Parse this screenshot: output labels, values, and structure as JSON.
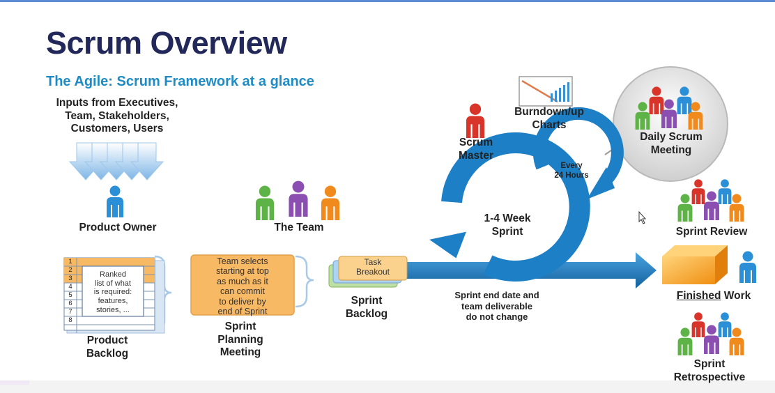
{
  "slide": {
    "title": "Scrum Overview",
    "subtitle": "The Agile: Scrum Framework at a glance"
  },
  "inputs": {
    "lines": [
      "Inputs from Executives,",
      "Team, Stakeholders,",
      "Customers, Users"
    ]
  },
  "roles": {
    "product_owner": "Product Owner",
    "the_team": "The Team",
    "scrum_master": [
      "Scrum",
      "Master"
    ]
  },
  "product_backlog": {
    "numbers": [
      "1",
      "2",
      "3",
      "4",
      "5",
      "6",
      "7",
      "8"
    ],
    "ranked_text": [
      "Ranked",
      "list of what",
      "is required:",
      "features,",
      "stories, ..."
    ],
    "label": [
      "Product",
      "Backlog"
    ]
  },
  "sprint_planning": {
    "box_text": [
      "Team selects",
      "starting at top",
      "as much as it",
      "can commit",
      "to deliver by",
      "end of Sprint"
    ],
    "label": [
      "Sprint",
      "Planning",
      "Meeting"
    ]
  },
  "sprint_backlog": {
    "card": [
      "Task",
      "Breakout"
    ],
    "label": [
      "Sprint",
      "Backlog"
    ]
  },
  "sprint_cycle": {
    "sprint": [
      "1-4 Week",
      "Sprint"
    ],
    "daily": [
      "Every",
      "24 Hours"
    ],
    "end_note": [
      "Sprint end date and",
      "team deliverable",
      "do not change"
    ]
  },
  "artifacts": {
    "burndown": [
      "Burndown/up",
      "Charts"
    ]
  },
  "meetings": {
    "daily_scrum": [
      "Daily Scrum",
      "Meeting"
    ],
    "sprint_review": "Sprint Review",
    "retrospective": [
      "Sprint",
      "Retrospective"
    ]
  },
  "finished": {
    "underlined": "Finished",
    "rest": " Work"
  },
  "colors": {
    "title": "#22285a",
    "subtitle": "#1f8bc4",
    "arrow_blue": "#1d7fc6",
    "people_blue": "#2a8fd6",
    "people_green": "#5db345",
    "people_purple": "#8a4fb0",
    "people_orange": "#f08a1c",
    "people_red": "#d8342a",
    "backlog_orange": "#f8b965",
    "finished_orange": "#f49c1f"
  }
}
